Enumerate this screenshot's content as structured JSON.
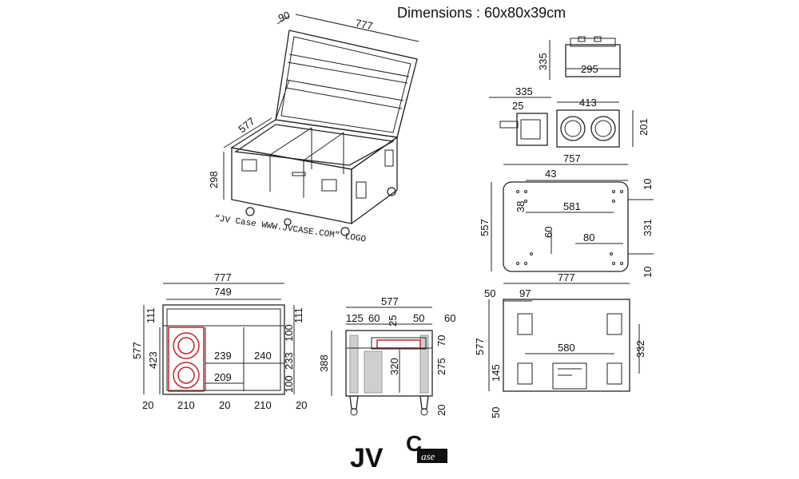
{
  "title": "Dimensions : 60x80x39cm",
  "caption": "“JV Case WWW.JVCASE.COM” LOGO",
  "logo": {
    "text_jv": "JV",
    "text_c": "C",
    "text_ase": "ase"
  },
  "iso": {
    "w90": "90",
    "w777": "777",
    "d577": "577",
    "h298": "298"
  },
  "side_small": {
    "h335": "335",
    "w295": "295"
  },
  "front_small": {
    "w335": "335",
    "w25": "25",
    "w413": "413",
    "h201": "201"
  },
  "top_plate": {
    "w757": "757",
    "w43": "43",
    "h38": "38",
    "w581": "581",
    "h557": "557",
    "h60": "60",
    "w80": "80",
    "h10a": "10",
    "h331": "331",
    "h10b": "10"
  },
  "bottom_view": {
    "w777": "777",
    "w50": "50",
    "w97": "97",
    "h577": "577",
    "w580": "580",
    "h332": "332",
    "h145": "145",
    "h50": "50"
  },
  "plan": {
    "w777": "777",
    "w749": "749",
    "h111a": "111",
    "h577": "577",
    "h423": "423",
    "w239": "239",
    "w240": "240",
    "w209": "209",
    "h100a": "100",
    "h233": "233",
    "h100b": "100",
    "h111b": "111",
    "b20a": "20",
    "b210a": "210",
    "b20b": "20",
    "b210b": "210",
    "b20c": "20"
  },
  "section": {
    "w577": "577",
    "w125": "125",
    "w60a": "60",
    "w25": "25",
    "w50": "50",
    "w60b": "60",
    "h70": "70",
    "h388": "388",
    "h320": "320",
    "h275": "275",
    "h20": "20"
  },
  "colors": {
    "line": "#222222",
    "accent": "#c0262b",
    "fill": "#cfcfcf"
  }
}
